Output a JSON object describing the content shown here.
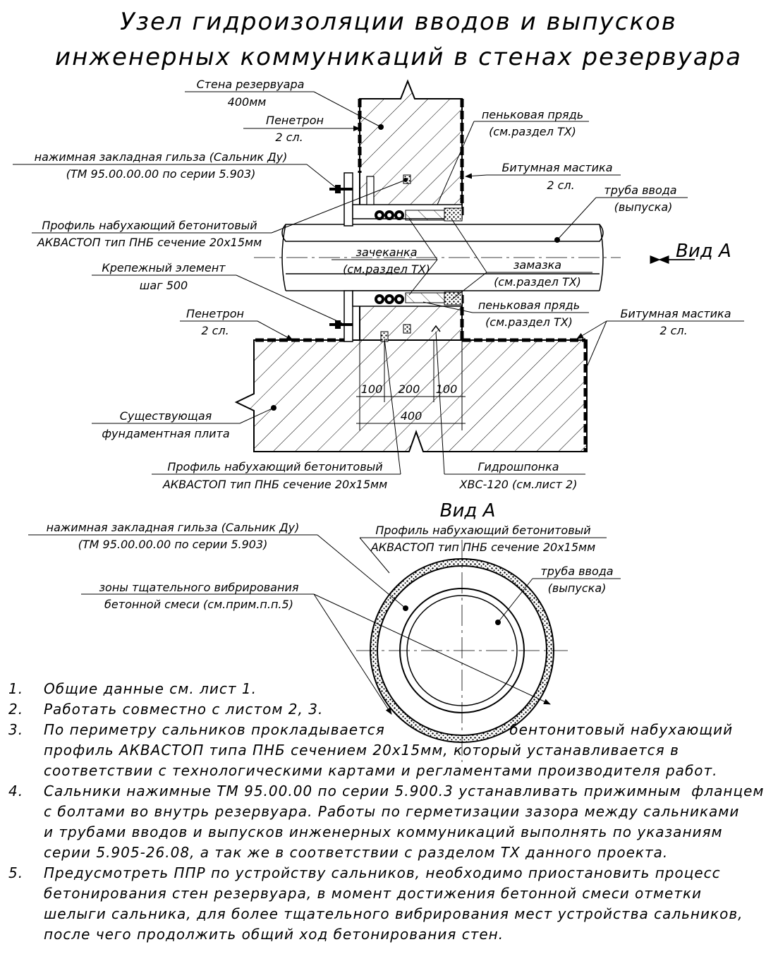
{
  "title": {
    "line1": "Узел гидроизоляции вводов и выпусков",
    "line2": "инженерных коммуникаций в стенах резервуара"
  },
  "section": {
    "wall": {
      "line1": "Стена резервуара",
      "line2": "400мм"
    },
    "penetron_top": {
      "line1": "Пенетрон",
      "line2": "2 сл."
    },
    "hemp_top": {
      "line1": "пеньковая прядь",
      "line2": "(см.раздел ТХ)"
    },
    "sleeve": {
      "line1": "нажимная закладная гильза (Сальник Ду)",
      "line2": "(ТМ 95.00.00.00 по серии 5.903)"
    },
    "bitumen_top": {
      "line1": "Битумная мастика",
      "line2": "2 сл."
    },
    "pipe": {
      "line1": "труба ввода",
      "line2": "(выпуска)"
    },
    "profile_left": {
      "line1": "Профиль набухающий бетонитовый",
      "line2": "АКВАСТОП тип ПНБ сечение 20х15мм"
    },
    "caulking": {
      "line1": "зачеканка",
      "line2": "(см.раздел ТХ)"
    },
    "putty": {
      "line1": "замазка",
      "line2": "(см.раздел ТХ)"
    },
    "view_a_label": "Вид А",
    "fastener": {
      "line1": "Крепежный элемент",
      "line2": "шаг 500"
    },
    "hemp_bottom": {
      "line1": "пеньковая прядь",
      "line2": "(см.раздел ТХ)"
    },
    "penetron_bottom": {
      "line1": "Пенетрон",
      "line2": "2 сл."
    },
    "bitumen_right": {
      "line1": "Битумная мастика",
      "line2": "2 сл."
    },
    "dims": {
      "d1": "100",
      "d2": "200",
      "d3": "100",
      "total": "400"
    },
    "slab": {
      "line1": "Существующая",
      "line2": "фундаментная плита"
    },
    "profile_bottom": {
      "line1": "Профиль набухающий бетонитовый",
      "line2": "АКВАСТОП тип ПНБ сечение 20х15мм"
    },
    "waterstop": {
      "line1": "Гидрошпонка",
      "line2": "ХВС-120 (см.лист 2)"
    }
  },
  "view_a": {
    "heading": "Вид А",
    "sleeve": {
      "line1": "нажимная закладная гильза (Сальник Ду)",
      "line2": "(ТМ 95.00.00.00 по серии 5.903)"
    },
    "profile": {
      "line1": "Профиль набухающий бетонитовый",
      "line2": "АКВАСТОП тип ПНБ сечение 20х15мм"
    },
    "pipe": {
      "line1": "труба ввода",
      "line2": "(выпуска)"
    },
    "vibration": {
      "line1": "зоны тщательного вибрирования",
      "line2": "бетонной смеси (см.прим.п.п.5)"
    }
  },
  "notes": [
    {
      "num": "1.",
      "lines": [
        "Общие данные см. лист 1."
      ]
    },
    {
      "num": "2.",
      "lines": [
        "Работать совместно с листом 2, 3."
      ]
    },
    {
      "num": "3.",
      "lines": [
        "По периметру сальников прокладывается                        бентонитовый набухающий",
        "профиль АКВАСТОП типа ПНБ сечением 20х15мм, который устанавливается в",
        "соответствии с технологическими картами и регламентами производителя работ."
      ]
    },
    {
      "num": "4.",
      "lines": [
        "Сальники нажимные ТМ 95.00.00 по серии 5.900.3 устанавливать прижимным  фланцем",
        "с болтами во внутрь резервуара. Работы по герметизации зазора между сальниками",
        "и трубами вводов и выпусков инженерных коммуникаций выполнять по указаниям",
        "серии 5.905-26.08, а так же в соответствии с разделом ТХ данного проекта."
      ]
    },
    {
      "num": "5.",
      "lines": [
        "Предусмотреть ППР по устройству сальников, необходимо приостановить процесс",
        "бетонирования стен резервуара, в момент достижения бетонной смеси отметки",
        "шелыги сальника, для более тщательного вибрирования мест устройства сальников,",
        "после чего продолжить общий ход бетонирования стен."
      ]
    }
  ]
}
